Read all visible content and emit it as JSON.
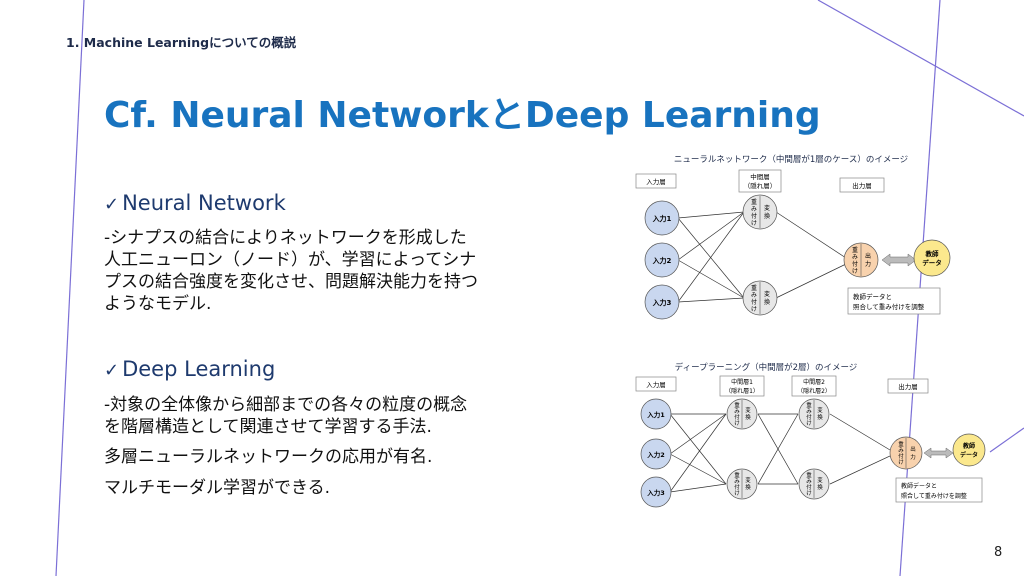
{
  "section_label": "1. Machine Learningについての概説",
  "title": "Cf. Neural NetworkとDeep Learning",
  "bullets": [
    {
      "check": "✓",
      "heading": "Neural Network",
      "lines": [
        "-シナプスの結合によりネットワークを形成した",
        "人工ニューロン（ノード）が、学習によってシナ",
        "プスの結合強度を変化させ、問題解決能力を持つ",
        "ようなモデル."
      ]
    },
    {
      "check": "✓",
      "heading": "Deep Learning",
      "lines": [
        "-対象の全体像から細部までの各々の粒度の概念",
        "を階層構造として関連させて学習する手法."
      ],
      "extra": [
        "多層ニューラルネットワークの応用が有名.",
        "マルチモーダル学習ができる."
      ]
    }
  ],
  "diagram1": {
    "title": "ニューラルネットワーク（中間層が1層のケース）のイメージ",
    "layer_input": "入力層",
    "layer_hidden_1": "中間層",
    "layer_hidden_2": "（隠れ層）",
    "layer_output": "出力層",
    "inputs": [
      "入力1",
      "入力2",
      "入力3"
    ],
    "weight": [
      "重",
      "み",
      "付",
      "け"
    ],
    "convert": [
      "変",
      "換"
    ],
    "output": [
      "出",
      "力"
    ],
    "teacher": [
      "教師",
      "データ"
    ],
    "note": [
      "教師データと",
      "照合して重み付けを調整"
    ]
  },
  "diagram2": {
    "title": "ディープラーニング（中間層が2層）のイメージ",
    "layer_input": "入力層",
    "hidden1_a": "中間層1",
    "hidden1_b": "（隠れ層1）",
    "hidden2_a": "中間層2",
    "hidden2_b": "（隠れ層2）",
    "layer_output": "出力層",
    "inputs": [
      "入力1",
      "入力2",
      "入力3"
    ],
    "weight": [
      "重",
      "み",
      "付",
      "け"
    ],
    "convert": [
      "変",
      "換"
    ],
    "output": [
      "出",
      "力"
    ],
    "teacher": [
      "教師",
      "データ"
    ],
    "note": [
      "教師データと",
      "照合して重み付けを調整"
    ]
  },
  "page_number": "8",
  "colors": {
    "title": "#1873bf",
    "input_node": "#c9d7ef",
    "hidden_node": "#e7e7e7",
    "output_node": "#f8d2ad",
    "teacher_node": "#fbe88d",
    "deco_line": "#6a5acd"
  }
}
